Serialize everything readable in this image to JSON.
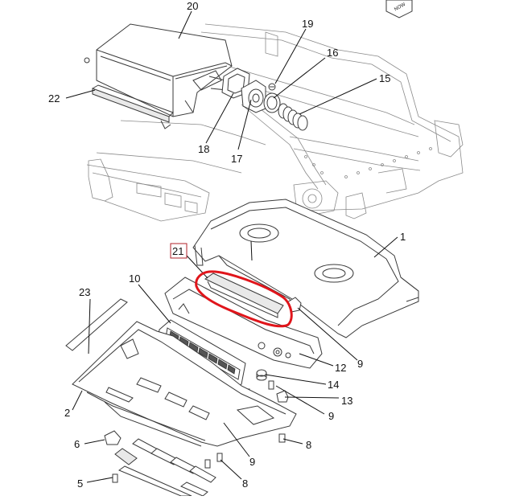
{
  "diagram": {
    "callouts": [
      {
        "id": "c20",
        "label": "20"
      },
      {
        "id": "c19",
        "label": "19"
      },
      {
        "id": "c16",
        "label": "16"
      },
      {
        "id": "c15",
        "label": "15"
      },
      {
        "id": "c22",
        "label": "22"
      },
      {
        "id": "c18",
        "label": "18"
      },
      {
        "id": "c17",
        "label": "17"
      },
      {
        "id": "c1",
        "label": "1"
      },
      {
        "id": "c21",
        "label": "21"
      },
      {
        "id": "c10",
        "label": "10"
      },
      {
        "id": "c23",
        "label": "23"
      },
      {
        "id": "c12",
        "label": "12"
      },
      {
        "id": "c9a",
        "label": "9"
      },
      {
        "id": "c14",
        "label": "14"
      },
      {
        "id": "c13",
        "label": "13"
      },
      {
        "id": "c9b",
        "label": "9"
      },
      {
        "id": "c2",
        "label": "2"
      },
      {
        "id": "c6",
        "label": "6"
      },
      {
        "id": "c8a",
        "label": "8"
      },
      {
        "id": "c9c",
        "label": "9"
      },
      {
        "id": "c5",
        "label": "5"
      },
      {
        "id": "c8b",
        "label": "8"
      }
    ],
    "highlight_color": "#e0151b",
    "corner_badge_text": "NOW"
  }
}
